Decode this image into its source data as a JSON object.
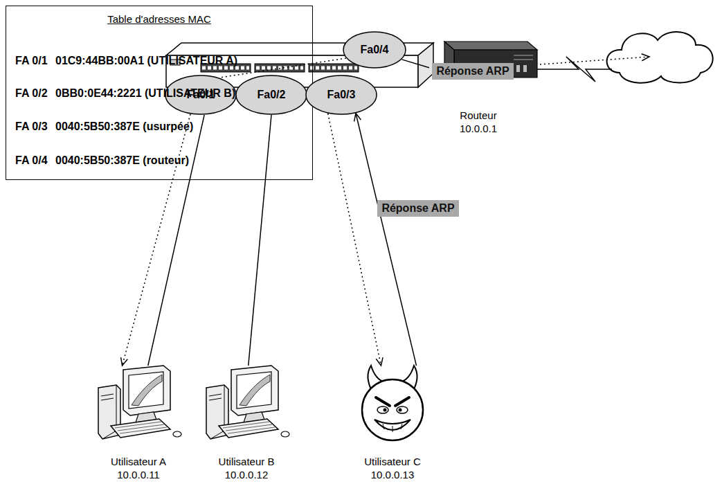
{
  "diagram": {
    "nodes": [
      {
        "text": [
          "Table d'adresses MAC"
        ]
      },
      {
        "text": [
          "Fa0/1"
        ]
      },
      {
        "text": [
          "Fa0/2"
        ]
      },
      {
        "text": [
          "Fa0/3"
        ]
      },
      {
        "text": [
          "Fa0/4"
        ]
      },
      {
        "text": [
          "Routeur 10.0.0.1"
        ]
      },
      {
        "text": [
          "Utilisateur A 10.0.0.11"
        ]
      },
      {
        "text": [
          "Utilisateur B 10.0.0.12"
        ]
      },
      {
        "text": [
          "Utilisateur C 10.0.0.13"
        ]
      }
    ],
    "edges": [
      {
        "from": 1,
        "to": 6,
        "arrow": "none"
      },
      {
        "from": 2,
        "to": 7,
        "arrow": "none"
      },
      {
        "from": 8,
        "to": 3,
        "arrow": "to",
        "label": "Réponse ARP"
      },
      {
        "from": 3,
        "to": 8,
        "arrow": "to"
      },
      {
        "from": 4,
        "to": 5,
        "arrow": "none",
        "label": "Réponse ARP"
      },
      {
        "from": 4,
        "to": 1,
        "arrow": "none"
      },
      {
        "from": 1,
        "to": 6,
        "arrow": "to"
      }
    ],
    "labels": [
      "FA 0/1",
      "01C9:44BB:00A1 (UTILISATEUR A)",
      "FA 0/2",
      "0BB0:0E44:2221 (UTILISATEUR B)",
      "FA 0/3",
      "0040:5B50:387E (usurpée)",
      "FA 0/4",
      "0040:5B50:387E (routeur)"
    ]
  }
}
